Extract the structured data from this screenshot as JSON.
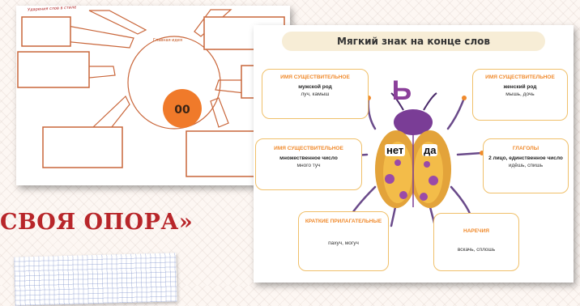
{
  "left_slide": {
    "mindmap_title": "Главная идея",
    "circle_label": "00"
  },
  "heading": "СВОЯ ОПОРА»",
  "notebook": {
    "text": "Ударения слов в стиле"
  },
  "right_slide": {
    "title": "Мягкий знак на конце слов",
    "center_letter": "Ь",
    "bug_left_word": "нет",
    "bug_right_word": "да",
    "boxes": {
      "noun_masc": {
        "header": "имя существительное",
        "sub": "мужской род",
        "example": "луч, камыш"
      },
      "noun_plural": {
        "header": "имя существительное",
        "sub": "множественное число",
        "example": "много туч"
      },
      "short_adj": {
        "header": "краткие прилагательные",
        "example": "пахуч, могуч"
      },
      "noun_fem": {
        "header": "имя существительное",
        "sub": "женский род",
        "example": "мышь, дочь"
      },
      "verbs": {
        "header": "глаголы",
        "sub": "2 лицо, единственное число",
        "example": "идёшь, спишь"
      },
      "adverbs": {
        "header": "наречия",
        "example": "вскачь, сплошь"
      }
    }
  },
  "colors": {
    "heading": "#b8262a",
    "box_border": "#f0c06a",
    "box_header": "#f08a2c",
    "mindmap_line": "#c9663a",
    "circle_fill": "#f07a2a",
    "letter": "#8b3f9a"
  }
}
